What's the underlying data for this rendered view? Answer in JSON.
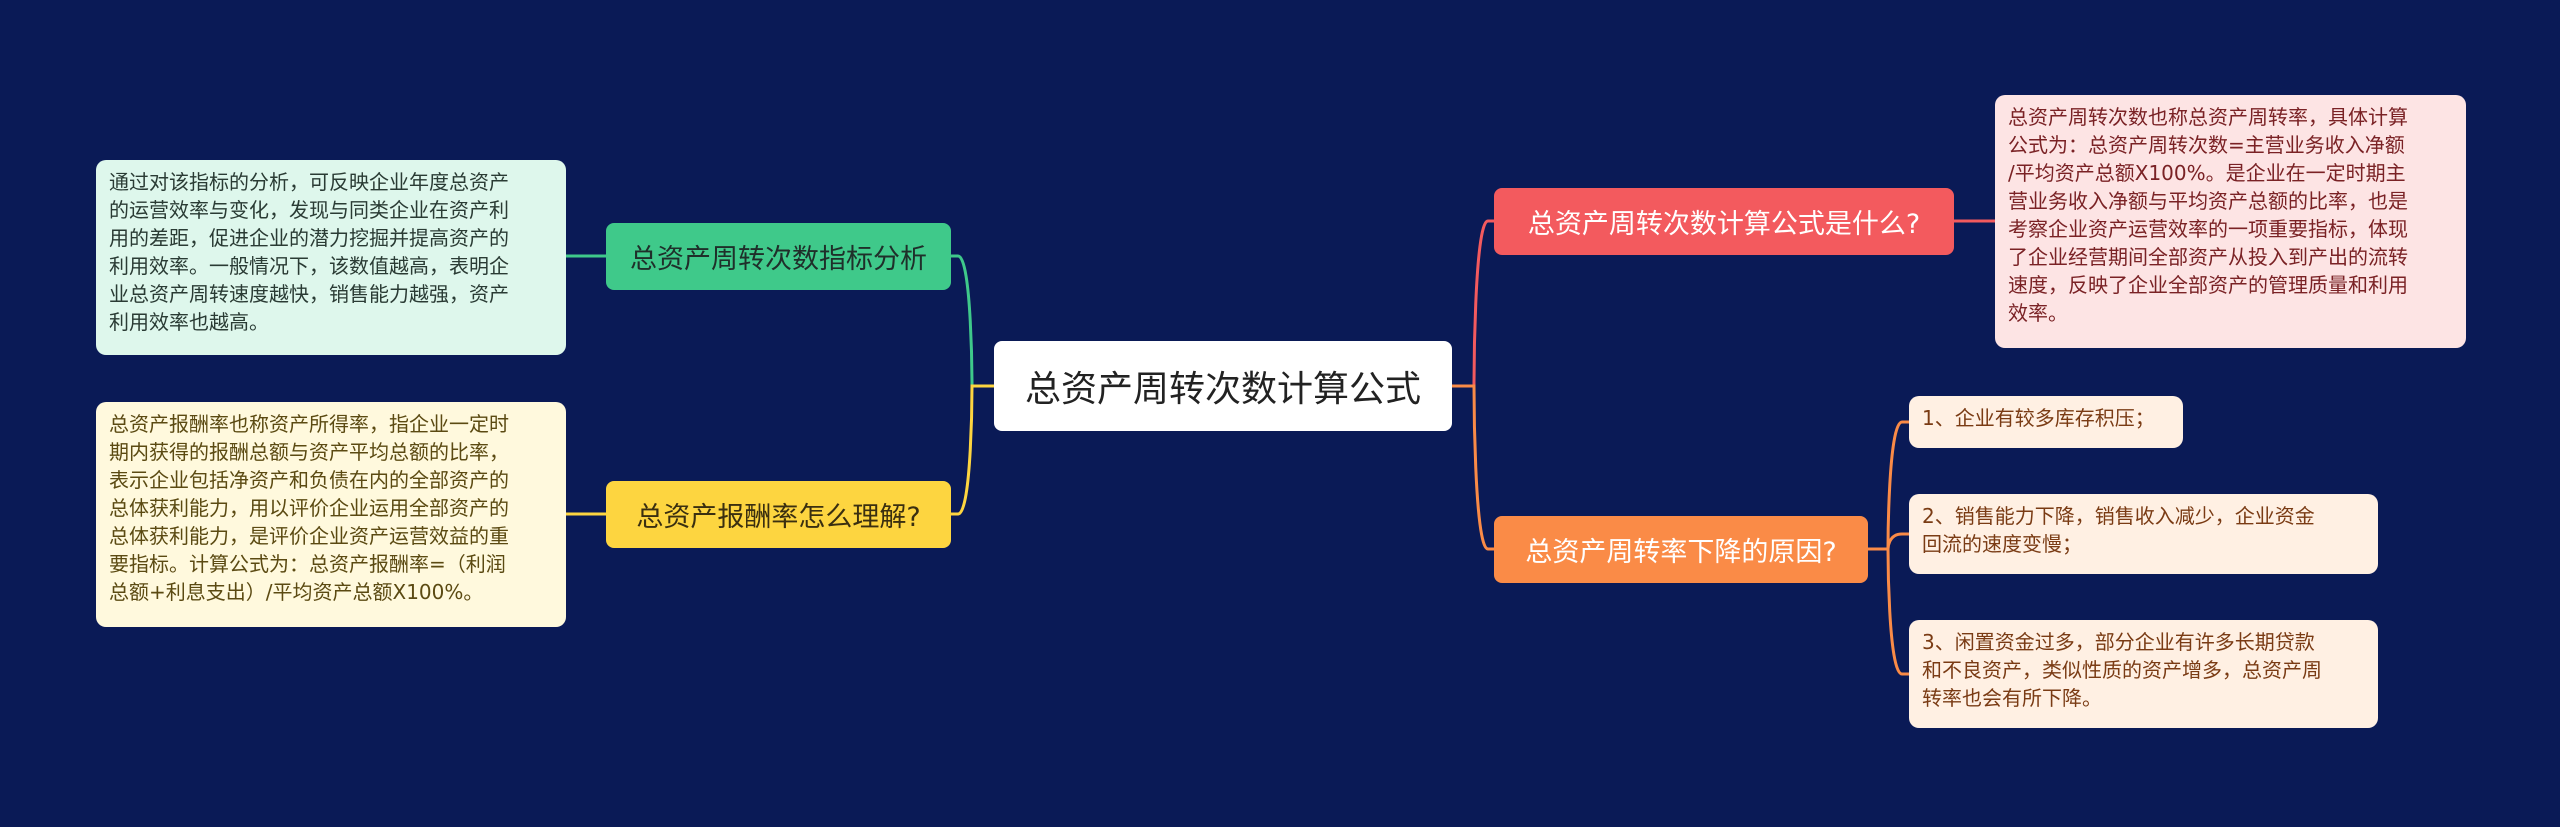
{
  "center": {
    "title": "总资产周转次数计算公式"
  },
  "left": [
    {
      "topic": "总资产周转次数指标分析",
      "color": "#3fc98a",
      "note": "通过对该指标的分析，可反映企业年度总资产\n的运营效率与变化，发现与同类企业在资产利\n用的差距，促进企业的潜力挖掘并提高资产的\n利用效率。一般情况下，该数值越高，表明企\n业总资产周转速度越快，销售能力越强，资产\n利用效率也越高。"
    },
    {
      "topic": "总资产报酬率怎么理解?",
      "color": "#fdd540",
      "note": "总资产报酬率也称资产所得率，指企业一定时\n期内获得的报酬总额与资产平均总额的比率，\n表示企业包括净资产和负债在内的全部资产的\n总体获利能力，用以评价企业运用全部资产的\n总体获利能力，是评价企业资产运营效益的重\n要指标。计算公式为：总资产报酬率=（利润\n总额+利息支出）/平均资产总额X100%。"
    }
  ],
  "right": [
    {
      "topic": "总资产周转次数计算公式是什么?",
      "color": "#f35a5e",
      "note": "总资产周转次数也称总资产周转率，具体计算\n公式为：总资产周转次数=主营业务收入净额\n/平均资产总额X100%。是企业在一定时期主\n营业务收入净额与平均资产总额的比率，也是\n考察企业资产运营效率的一项重要指标，体现\n了企业经营期间全部资产从投入到产出的流转\n速度，反映了企业全部资产的管理质量和利用\n效率。"
    },
    {
      "topic": "总资产周转率下降的原因?",
      "color": "#fa8b47",
      "notes": [
        "1、企业有较多库存积压；",
        "2、销售能力下降，销售收入减少，企业资金\n回流的速度变慢；",
        "3、闲置资金过多，部分企业有许多长期贷款\n和不良资产，类似性质的资产增多，总资产周\n转率也会有所下降。"
      ]
    }
  ]
}
